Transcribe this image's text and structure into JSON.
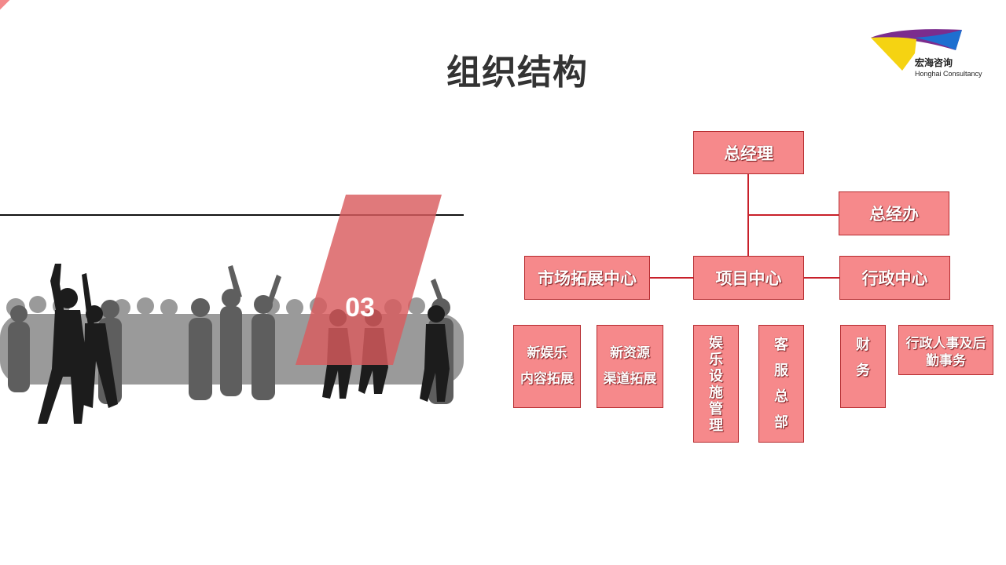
{
  "page": {
    "title": "组织结构"
  },
  "logo": {
    "name_cn": "宏海咨询",
    "name_en": "Honghai Consultancy"
  },
  "section": {
    "number": "03"
  },
  "org_chart": {
    "root": "总经理",
    "assistant": "总经办",
    "centers": {
      "market": "市场拓展中心",
      "project": "项目中心",
      "admin": "行政中心"
    },
    "units": {
      "new_ent": [
        "新娱乐",
        "内容拓展"
      ],
      "new_res": [
        "新资源",
        "渠道拓展"
      ],
      "facility": "娱\n乐\n设\n施\n管\n理",
      "cs": "客\n服\n总\n部",
      "finance": "财\n务",
      "hr": [
        "行政人事及后",
        "勤事务"
      ]
    }
  },
  "colors": {
    "box_fill": "#f6898b",
    "box_border": "#b52a2e",
    "line": "#c8202a",
    "accent": "#e07a7c"
  }
}
